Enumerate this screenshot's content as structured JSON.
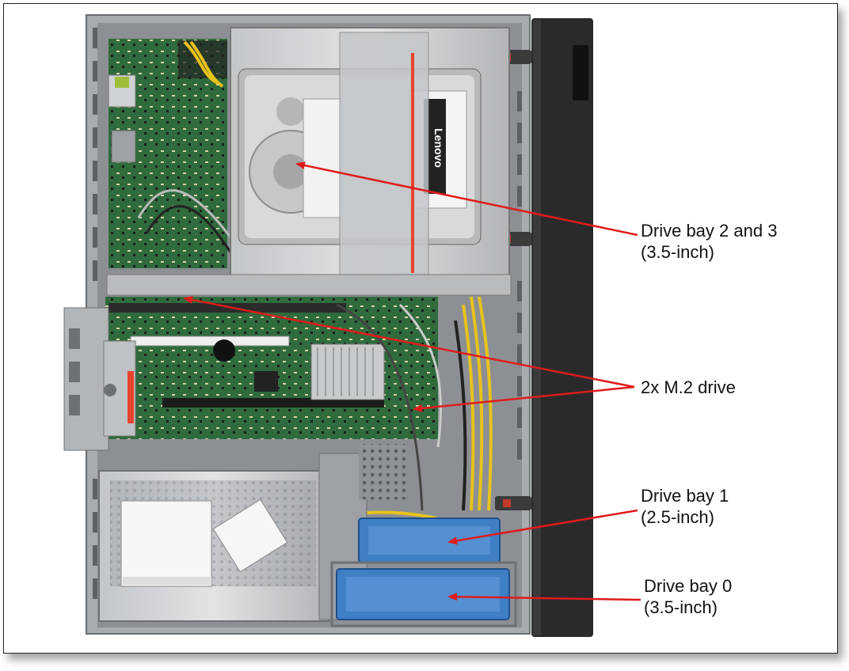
{
  "callouts": {
    "bay23": {
      "line1": "Drive bay 2 and 3",
      "line2": "(3.5-inch)"
    },
    "m2": {
      "line1": "2x M.2 drive"
    },
    "bay1": {
      "line1": "Drive bay 1",
      "line2": "(2.5-inch)"
    },
    "bay0": {
      "line1": "Drive bay 0",
      "line2": "(3.5-inch)"
    }
  },
  "drive_label": {
    "brand": "Lenovo"
  },
  "colors": {
    "arrow": "#e01b1b",
    "chassis": "#a9acaf",
    "front_bezel": "#2a2a2c",
    "motherboard": "#2f6b3c",
    "blue_drive_tray": "#3f7fc4"
  }
}
